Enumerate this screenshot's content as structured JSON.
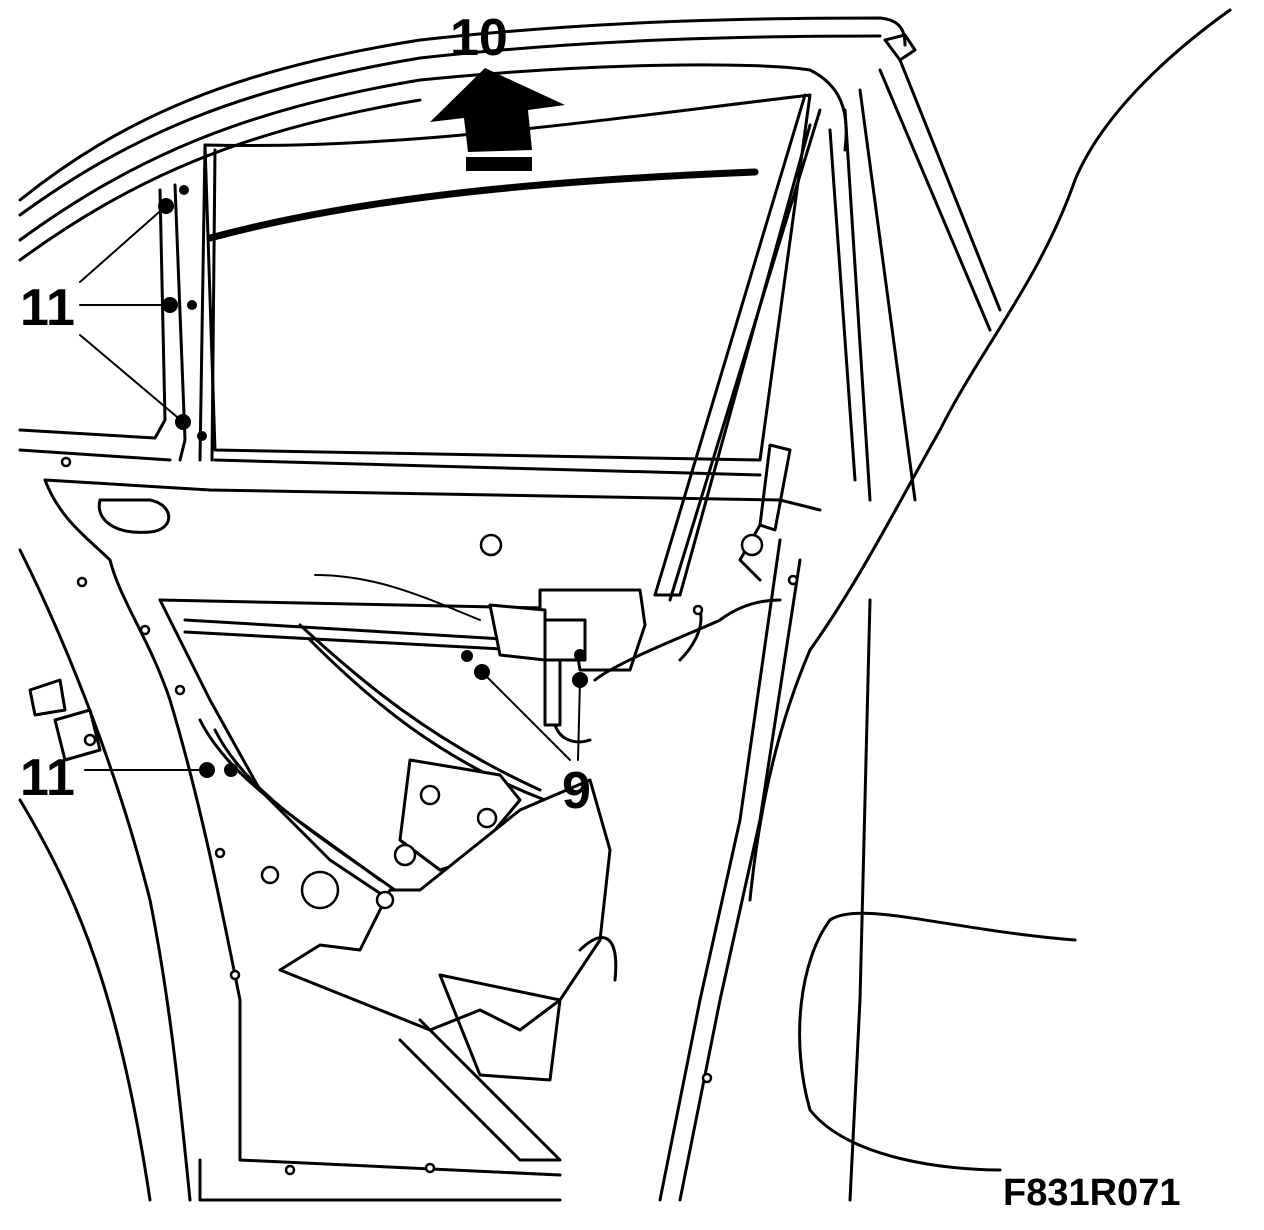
{
  "callouts": {
    "label_10": "10",
    "label_11_upper": "11",
    "label_11_lower": "11",
    "label_9": "9"
  },
  "figure_code": "F831R071",
  "colors": {
    "line": "#000000",
    "background": "#ffffff"
  }
}
